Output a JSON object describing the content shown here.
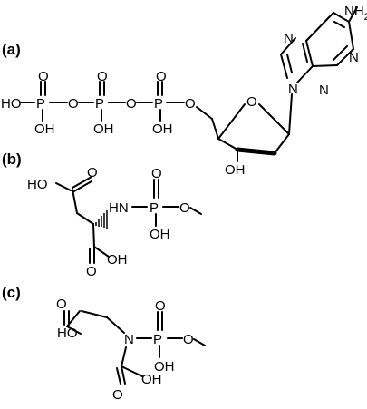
{
  "panels": [
    {
      "label": "(a)",
      "atoms": {
        "amine": "NH",
        "amine_sub": "2",
        "n1": "N",
        "n3": "N",
        "n7": "N",
        "n9": "N",
        "ho_terminal": "HO",
        "oh_p1": "OH",
        "oh_p2": "OH",
        "oh_p3": "OH",
        "o_p1_dbl": "O",
        "o_p2_dbl": "O",
        "o_p3_dbl": "O",
        "o_bridge1": "O",
        "o_bridge2": "O",
        "o_ester": "O",
        "o_ring": "O",
        "oh_sugar": "OH",
        "p1": "P",
        "p2": "P",
        "p3": "P"
      }
    },
    {
      "label": "(b)",
      "atoms": {
        "ho_acid": "HO",
        "o_acid_dbl": "O",
        "hn": "HN",
        "p": "P",
        "o_p_dbl": "O",
        "o_p_link": "O",
        "oh_p": "OH",
        "o_acid2_dbl": "O",
        "oh_acid2": "OH"
      }
    },
    {
      "label": "(c)",
      "atoms": {
        "o_acid1_dbl": "O",
        "ho_acid1": "HO",
        "n": "N",
        "p": "P",
        "o_p_dbl": "O",
        "o_p_link": "O",
        "oh_p": "OH",
        "o_acid2_dbl": "O",
        "oh_acid2": "OH"
      }
    }
  ]
}
